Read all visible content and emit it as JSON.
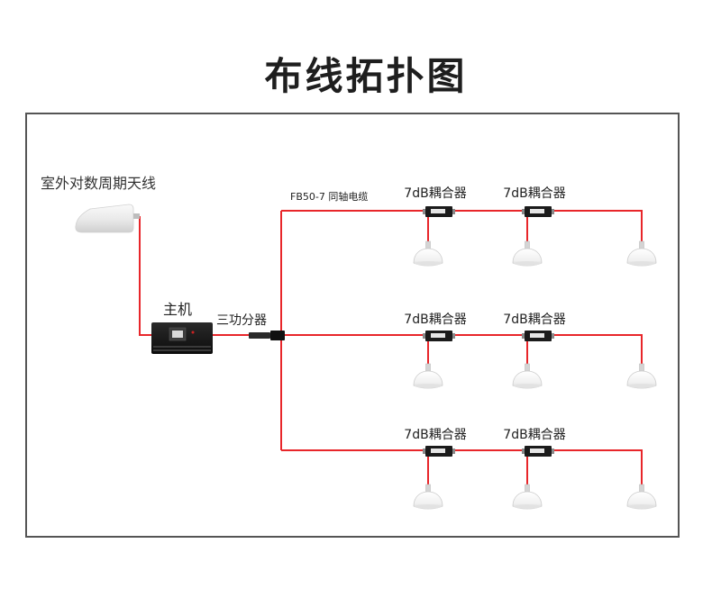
{
  "title": "布线拓扑图",
  "diagram": {
    "outdoor_antenna_label": "室外对数周期天线",
    "host_label": "主机",
    "splitter_label": "三功分器",
    "cable_label": "FB50-7 同轴电缆",
    "branches": [
      {
        "couplers": [
          "7dB耦合器",
          "7dB耦合器"
        ]
      },
      {
        "couplers": [
          "7dB耦合器",
          "7dB耦合器"
        ]
      },
      {
        "couplers": [
          "7dB耦合器",
          "7dB耦合器"
        ]
      }
    ]
  },
  "icons": {
    "outdoor_antenna": "log-periodic-antenna-icon",
    "host": "repeater-host-icon",
    "splitter": "three-way-splitter-icon",
    "coupler": "coupler-icon",
    "indoor_antenna": "ceiling-antenna-icon"
  },
  "colors": {
    "cable": "#e8262a",
    "text": "#222222",
    "frame": "#555555"
  }
}
